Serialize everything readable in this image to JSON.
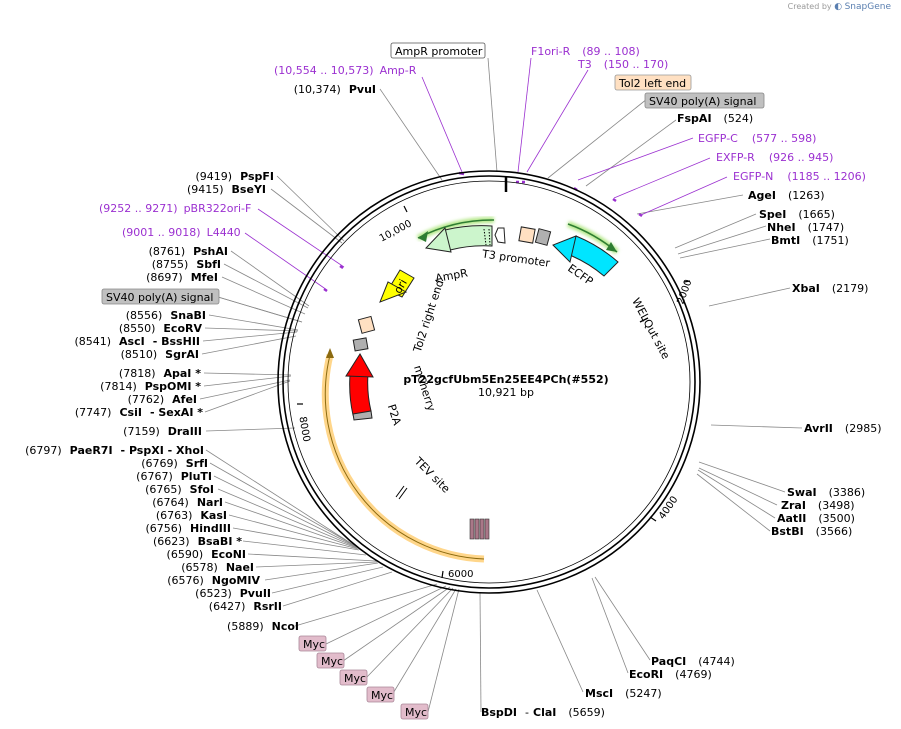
{
  "credit": {
    "prefix": "Created by",
    "brand": "SnapGene"
  },
  "plasmid": {
    "name": "pT22gcfUbm5En25EE4PCh(#552)",
    "size_label": "10,921 bp"
  },
  "ticks": [
    "10,000",
    "2000",
    "4000",
    "6000",
    "8000"
  ],
  "features": {
    "amp_r_promoter_box": "AmpR promoter",
    "tol2_left_box": "Tol2 left end",
    "sv40_top_box": "SV40 poly(A) signal",
    "sv40_left_box": "SV40 poly(A) signal",
    "myc_tags": [
      "Myc",
      "Myc",
      "Myc",
      "Myc",
      "Myc"
    ],
    "arcs": {
      "ampr": "AmpR",
      "t3_promoter": "T3 promoter",
      "ecfp": "ECFP",
      "ori": "ori",
      "tol2_right": "Tol2 right end",
      "mcherry": "mCherry",
      "p2a": "P2A",
      "welqut": "WELQut site",
      "tev": "TEV site"
    }
  },
  "primers": [
    {
      "name": "Amp-R",
      "range": "(10,554 .. 10,573)"
    },
    {
      "name": "F1ori-R",
      "range": "(89 .. 108)"
    },
    {
      "name": "T3",
      "range": "(150 .. 170)"
    },
    {
      "name": "EGFP-C",
      "range": "(577 .. 598)"
    },
    {
      "name": "EXFP-R",
      "range": "(926 .. 945)"
    },
    {
      "name": "EGFP-N",
      "range": "(1185 .. 1206)"
    },
    {
      "name": "pBR322ori-F",
      "range": "(9252 .. 9271)"
    },
    {
      "name": "L4440",
      "range": "(9001 .. 9018)"
    }
  ],
  "enzymes_right": [
    {
      "name": "FspAI",
      "pos": "(524)"
    },
    {
      "name": "AgeI",
      "pos": "(1263)"
    },
    {
      "name": "SpeI",
      "pos": "(1665)"
    },
    {
      "name": "NheI",
      "pos": "(1747)"
    },
    {
      "name": "BmtI",
      "pos": "(1751)"
    },
    {
      "name": "XbaI",
      "pos": "(2179)"
    },
    {
      "name": "AvrII",
      "pos": "(2985)"
    },
    {
      "name": "SwaI",
      "pos": "(3386)"
    },
    {
      "name": "ZraI",
      "pos": "(3498)"
    },
    {
      "name": "AatII",
      "pos": "(3500)"
    },
    {
      "name": "BstBI",
      "pos": "(3566)"
    },
    {
      "name": "PaqCI",
      "pos": "(4744)"
    },
    {
      "name": "EcoRI",
      "pos": "(4769)"
    },
    {
      "name": "MscI",
      "pos": "(5247)"
    }
  ],
  "enzyme_bottom": {
    "name1": "BspDI",
    "sep": "-",
    "name2": "ClaI",
    "pos": "(5659)"
  },
  "enzymes_left": [
    {
      "pos": "(10,374)",
      "name": "PvuI"
    },
    {
      "pos": "(9419)",
      "name": "PspFI"
    },
    {
      "pos": "(9415)",
      "name": "BseYI"
    },
    {
      "pos": "(8761)",
      "name": "PshAI"
    },
    {
      "pos": "(8755)",
      "name": "SbfI"
    },
    {
      "pos": "(8697)",
      "name": "MfeI"
    },
    {
      "pos": "(8556)",
      "name": "SnaBI"
    },
    {
      "pos": "(8550)",
      "name": "EcoRV"
    },
    {
      "pos": "(8541)",
      "name": "AscI",
      "name2": "- BssHII"
    },
    {
      "pos": "(8510)",
      "name": "SgrAI"
    },
    {
      "pos": "(7818)",
      "name": "ApaI *"
    },
    {
      "pos": "(7814)",
      "name": "PspOMI *"
    },
    {
      "pos": "(7762)",
      "name": "AfeI"
    },
    {
      "pos": "(7747)",
      "name": "CsiI",
      "name2": "- SexAI *"
    },
    {
      "pos": "(7159)",
      "name": "DraIII"
    },
    {
      "pos": "(6797)",
      "name": "PaeR7I",
      "name2": "- PspXI  - XhoI"
    },
    {
      "pos": "(6769)",
      "name": "SrfI"
    },
    {
      "pos": "(6767)",
      "name": "PluTI"
    },
    {
      "pos": "(6765)",
      "name": "SfoI"
    },
    {
      "pos": "(6764)",
      "name": "NarI"
    },
    {
      "pos": "(6763)",
      "name": "KasI"
    },
    {
      "pos": "(6756)",
      "name": "HindIII"
    },
    {
      "pos": "(6623)",
      "name": "BsaBI *"
    },
    {
      "pos": "(6590)",
      "name": "EcoNI"
    },
    {
      "pos": "(6578)",
      "name": "NaeI"
    },
    {
      "pos": "(6576)",
      "name": "NgoMIV"
    },
    {
      "pos": "(6523)",
      "name": "PvuII"
    },
    {
      "pos": "(6427)",
      "name": "RsrII"
    },
    {
      "pos": "(5889)",
      "name": "NcoI"
    }
  ],
  "colors": {
    "ampr": "#ccf5cc",
    "ecfp": "#00e5ff",
    "ori": "#ffff00",
    "mcherry": "#ff0000",
    "tev_arc": "#ffd68a",
    "primer": "#9b30d0",
    "tol2_box": "#ffe0c2",
    "sv40_box": "#c0c0c0",
    "myc_box": "#e2bccb"
  }
}
